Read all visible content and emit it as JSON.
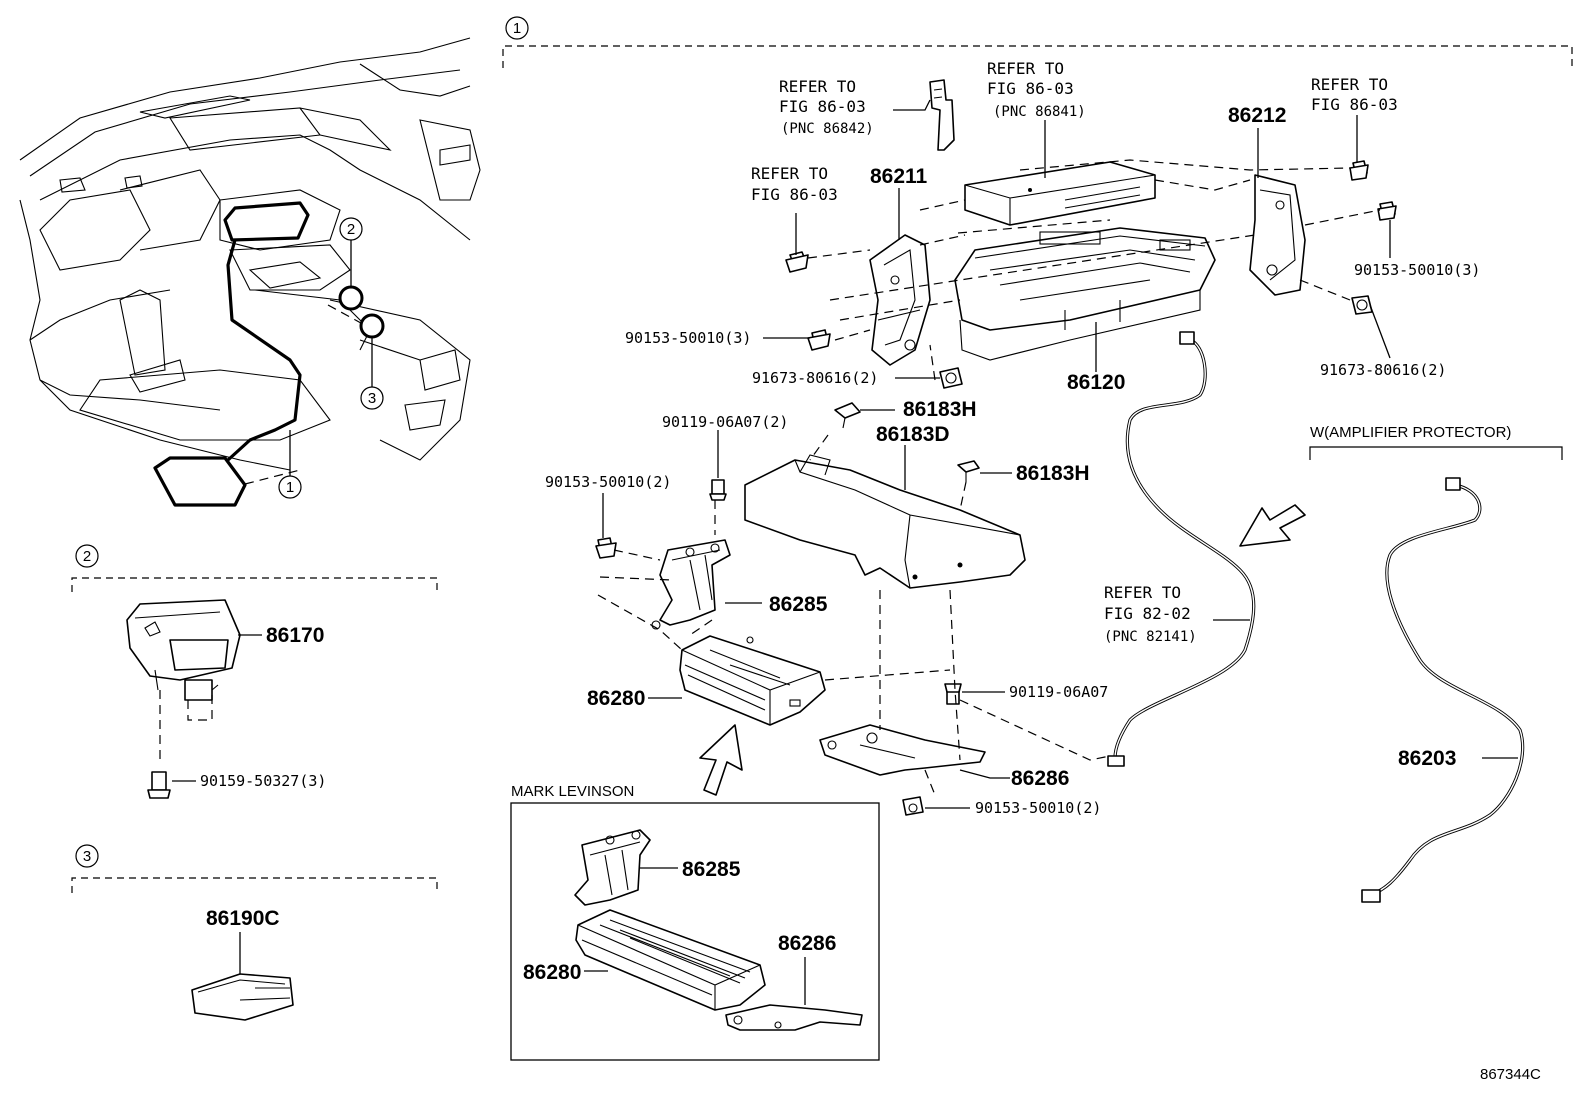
{
  "diagram_id": "867344C",
  "section_markers": {
    "one": "1",
    "two": "2",
    "three": "3"
  },
  "variant_labels": {
    "mark_levinson": "MARK LEVINSON",
    "amplifier_protector": "W(AMPLIFIER PROTECTOR)"
  },
  "references": {
    "ref_86842": [
      "REFER TO",
      "FIG 86-03",
      "(PNC 86842)"
    ],
    "ref_86841": [
      "REFER TO",
      "FIG 86-03",
      "(PNC 86841)"
    ],
    "ref_right": [
      "REFER TO",
      "FIG 86-03"
    ],
    "ref_left": [
      "REFER TO",
      "FIG 86-03"
    ],
    "ref_82141": [
      "REFER TO",
      "FIG 82-02",
      "(PNC 82141)"
    ]
  },
  "parts": {
    "p86212": "86212",
    "p86211": "86211",
    "p86120": "86120",
    "p86183H_a": "86183H",
    "p86183D": "86183D",
    "p86183H_b": "86183H",
    "p86285": "86285",
    "p86280": "86280",
    "p86286": "86286",
    "p86170": "86170",
    "p86190C": "86190C",
    "p86203": "86203",
    "ml_86285": "86285",
    "ml_86280": "86280",
    "ml_86286": "86286"
  },
  "fasteners": {
    "f_90153_50010_3_right": "90153-50010(3)",
    "f_91673_80616_2_right": "91673-80616(2)",
    "f_90153_50010_3_left": "90153-50010(3)",
    "f_91673_80616_2_left": "91673-80616(2)",
    "f_90119_06A07_2": "90119-06A07(2)",
    "f_90153_50010_2_top": "90153-50010(2)",
    "f_90119_06A07": "90119-06A07",
    "f_90153_50010_2_bottom": "90153-50010(2)",
    "f_90159_50327_3": "90159-50327(3)"
  }
}
